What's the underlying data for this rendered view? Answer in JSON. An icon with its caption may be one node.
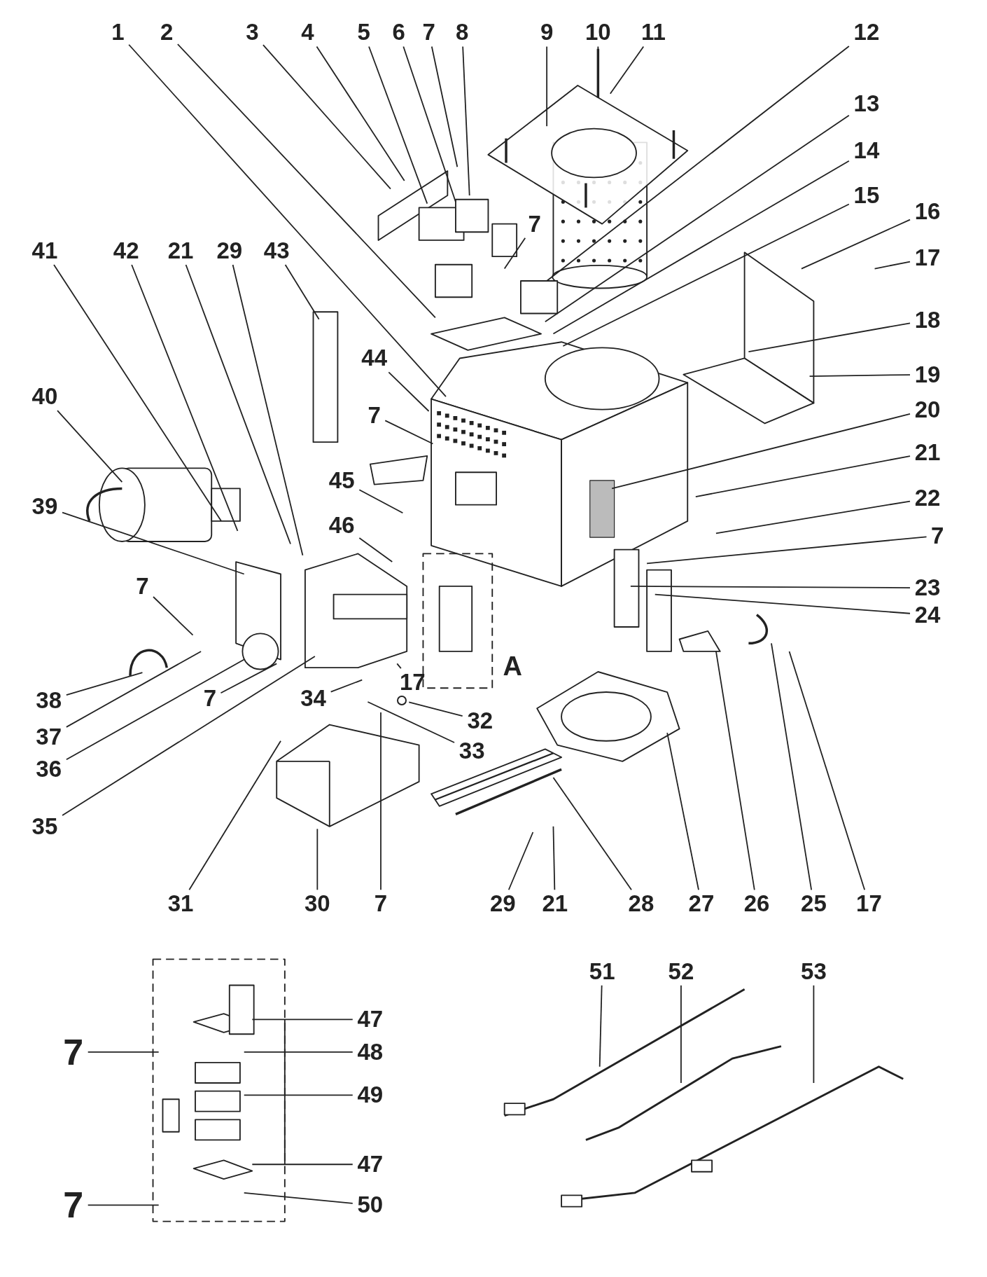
{
  "diagram": {
    "nodes": [
      {
        "text": [
          "1"
        ]
      },
      {
        "text": [
          "2"
        ]
      },
      {
        "text": [
          "3"
        ]
      },
      {
        "text": [
          "4"
        ]
      },
      {
        "text": [
          "5"
        ]
      },
      {
        "text": [
          "6"
        ]
      },
      {
        "text": [
          "7"
        ]
      },
      {
        "text": [
          "8"
        ]
      },
      {
        "text": [
          "9"
        ]
      },
      {
        "text": [
          "10"
        ]
      },
      {
        "text": [
          "11"
        ]
      },
      {
        "text": [
          "12"
        ]
      },
      {
        "text": [
          "13"
        ]
      },
      {
        "text": [
          "14"
        ]
      },
      {
        "text": [
          "15"
        ]
      },
      {
        "text": [
          "16"
        ]
      },
      {
        "text": [
          "17"
        ]
      },
      {
        "text": [
          "18"
        ]
      },
      {
        "text": [
          "19"
        ]
      },
      {
        "text": [
          "20"
        ]
      },
      {
        "text": [
          "21"
        ]
      },
      {
        "text": [
          "22"
        ]
      },
      {
        "text": [
          "7"
        ]
      },
      {
        "text": [
          "23"
        ]
      },
      {
        "text": [
          "24"
        ]
      },
      {
        "text": [
          "41"
        ]
      },
      {
        "text": [
          "42"
        ]
      },
      {
        "text": [
          "21"
        ]
      },
      {
        "text": [
          "29"
        ]
      },
      {
        "text": [
          "43"
        ]
      },
      {
        "text": [
          "40"
        ]
      },
      {
        "text": [
          "44"
        ]
      },
      {
        "text": [
          "7"
        ]
      },
      {
        "text": [
          "45"
        ]
      },
      {
        "text": [
          "46"
        ]
      },
      {
        "text": [
          "39"
        ]
      },
      {
        "text": [
          "7"
        ]
      },
      {
        "text": [
          "38"
        ]
      },
      {
        "text": [
          "37"
        ]
      },
      {
        "text": [
          "36"
        ]
      },
      {
        "text": [
          "35"
        ]
      },
      {
        "text": [
          "7"
        ]
      },
      {
        "text": [
          "17"
        ]
      },
      {
        "text": [
          "34"
        ]
      },
      {
        "text": [
          "32"
        ]
      },
      {
        "text": [
          "33"
        ]
      },
      {
        "text": [
          "31"
        ]
      },
      {
        "text": [
          "30"
        ]
      },
      {
        "text": [
          "7"
        ]
      },
      {
        "text": [
          "29"
        ]
      },
      {
        "text": [
          "21"
        ]
      },
      {
        "text": [
          "28"
        ]
      },
      {
        "text": [
          "27"
        ]
      },
      {
        "text": [
          "26"
        ]
      },
      {
        "text": [
          "25"
        ]
      },
      {
        "text": [
          "17"
        ]
      },
      {
        "text": [
          "7"
        ]
      },
      {
        "text": [
          "47"
        ]
      },
      {
        "text": [
          "48"
        ]
      },
      {
        "text": [
          "49"
        ]
      },
      {
        "text": [
          "47"
        ]
      },
      {
        "text": [
          "50"
        ]
      },
      {
        "text": [
          "7"
        ]
      },
      {
        "text": [
          "51"
        ]
      },
      {
        "text": [
          "52"
        ]
      },
      {
        "text": [
          "53"
        ]
      },
      {
        "text": [
          "7"
        ]
      },
      {
        "text": [],
        "shape": "circle"
      }
    ],
    "edges": [
      {
        "from": 0,
        "to": null,
        "arrow": "none"
      },
      {
        "from": 1,
        "to": null,
        "arrow": "none"
      },
      {
        "from": 2,
        "to": null,
        "arrow": "none"
      },
      {
        "from": 3,
        "to": null,
        "arrow": "none"
      },
      {
        "from": 4,
        "to": null,
        "arrow": "none"
      },
      {
        "from": 5,
        "to": null,
        "arrow": "none"
      },
      {
        "from": 6,
        "to": null,
        "arrow": "none"
      },
      {
        "from": 7,
        "to": null,
        "arrow": "none"
      },
      {
        "from": 8,
        "to": null,
        "arrow": "none"
      },
      {
        "from": 9,
        "to": null,
        "arrow": "none"
      },
      {
        "from": 10,
        "to": null,
        "arrow": "none"
      },
      {
        "from": 11,
        "to": null,
        "arrow": "none"
      },
      {
        "from": 12,
        "to": null,
        "arrow": "none"
      },
      {
        "from": 13,
        "to": null,
        "arrow": "none"
      },
      {
        "from": 14,
        "to": null,
        "arrow": "none"
      },
      {
        "from": 15,
        "to": null,
        "arrow": "none"
      },
      {
        "from": 16,
        "to": null,
        "arrow": "none"
      },
      {
        "from": 17,
        "to": null,
        "arrow": "none"
      },
      {
        "from": 18,
        "to": null,
        "arrow": "none"
      },
      {
        "from": 19,
        "to": null,
        "arrow": "none"
      },
      {
        "from": 20,
        "to": null,
        "arrow": "none"
      },
      {
        "from": 21,
        "to": null,
        "arrow": "none"
      },
      {
        "from": 22,
        "to": null,
        "arrow": "none"
      },
      {
        "from": 23,
        "to": null,
        "arrow": "none"
      },
      {
        "from": 24,
        "to": null,
        "arrow": "none"
      },
      {
        "from": 25,
        "to": null,
        "arrow": "none"
      },
      {
        "from": 26,
        "to": null,
        "arrow": "none"
      },
      {
        "from": 27,
        "to": null,
        "arrow": "none"
      },
      {
        "from": 28,
        "to": null,
        "arrow": "none"
      },
      {
        "from": 29,
        "to": null,
        "arrow": "none"
      },
      {
        "from": 30,
        "to": null,
        "arrow": "none"
      },
      {
        "from": 31,
        "to": null,
        "arrow": "none"
      },
      {
        "from": 32,
        "to": null,
        "arrow": "none"
      },
      {
        "from": 33,
        "to": null,
        "arrow": "none"
      },
      {
        "from": 34,
        "to": null,
        "arrow": "none"
      },
      {
        "from": 35,
        "to": null,
        "arrow": "none"
      },
      {
        "from": 36,
        "to": null,
        "arrow": "none"
      },
      {
        "from": 37,
        "to": null,
        "arrow": "none"
      },
      {
        "from": 38,
        "to": null,
        "arrow": "none"
      },
      {
        "from": 39,
        "to": null,
        "arrow": "none"
      },
      {
        "from": 40,
        "to": null,
        "arrow": "none"
      },
      {
        "from": 41,
        "to": null,
        "arrow": "none"
      },
      {
        "from": 42,
        "to": null,
        "arrow": "none"
      },
      {
        "from": 43,
        "to": null,
        "arrow": "none"
      },
      {
        "from": 44,
        "to": 67,
        "arrow": "none"
      },
      {
        "from": 45,
        "to": null,
        "arrow": "none"
      },
      {
        "from": 46,
        "to": null,
        "arrow": "none"
      },
      {
        "from": 47,
        "to": null,
        "arrow": "none"
      },
      {
        "from": 48,
        "to": null,
        "arrow": "none"
      },
      {
        "from": 49,
        "to": null,
        "arrow": "none"
      },
      {
        "from": 50,
        "to": null,
        "arrow": "none"
      },
      {
        "from": 51,
        "to": null,
        "arrow": "none"
      },
      {
        "from": 52,
        "to": null,
        "arrow": "none"
      },
      {
        "from": 53,
        "to": null,
        "arrow": "none"
      },
      {
        "from": 54,
        "to": null,
        "arrow": "none"
      },
      {
        "from": 55,
        "to": null,
        "arrow": "none"
      },
      {
        "from": 56,
        "to": null,
        "arrow": "none"
      },
      {
        "from": 57,
        "to": null,
        "arrow": "none"
      },
      {
        "from": 58,
        "to": null,
        "arrow": "none"
      },
      {
        "from": 59,
        "to": null,
        "arrow": "none"
      },
      {
        "from": 60,
        "to": null,
        "arrow": "none"
      },
      {
        "from": 61,
        "to": null,
        "arrow": "none"
      },
      {
        "from": 62,
        "to": null,
        "arrow": "none"
      },
      {
        "from": 63,
        "to": null,
        "arrow": "none"
      },
      {
        "from": 64,
        "to": null,
        "arrow": "none"
      },
      {
        "from": 65,
        "to": null,
        "arrow": "none"
      },
      {
        "from": 66,
        "to": null,
        "arrow": "none"
      }
    ],
    "labels": [
      "A"
    ]
  }
}
